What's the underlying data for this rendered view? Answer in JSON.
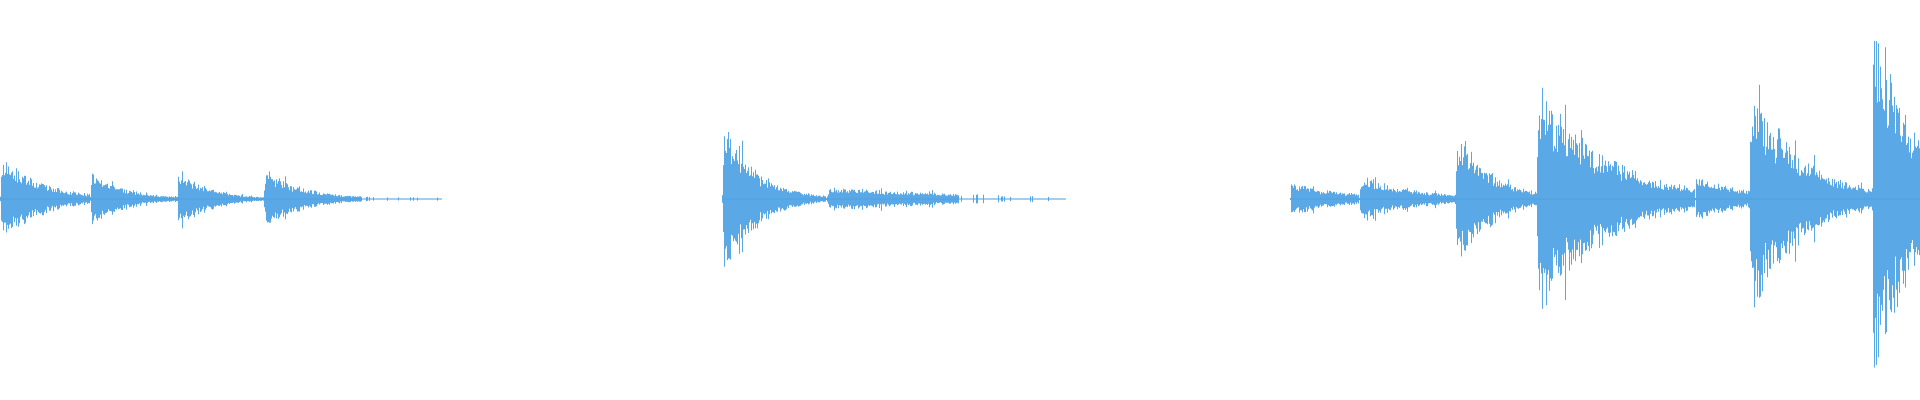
{
  "waveform": {
    "color": "#5aa9e6",
    "peak_color": "#4a9ee0",
    "segments": [
      {
        "start": 0.0,
        "end": 0.047,
        "amp": 0.11,
        "decay": 2.2
      },
      {
        "start": 0.047,
        "end": 0.092,
        "amp": 0.075,
        "decay": 2.6
      },
      {
        "start": 0.092,
        "end": 0.137,
        "amp": 0.08,
        "decay": 2.8
      },
      {
        "start": 0.137,
        "end": 0.23,
        "amp": 0.075,
        "decay": 4.5,
        "sparse_tail": true
      },
      {
        "start": 0.376,
        "end": 0.43,
        "amp": 0.2,
        "decay": 3.2
      },
      {
        "start": 0.43,
        "end": 0.555,
        "amp": 0.03,
        "decay": 1.5,
        "sparse_tail": true
      },
      {
        "start": 0.672,
        "end": 0.708,
        "amp": 0.04,
        "decay": 1.2
      },
      {
        "start": 0.708,
        "end": 0.758,
        "amp": 0.055,
        "decay": 1.6
      },
      {
        "start": 0.758,
        "end": 0.8,
        "amp": 0.18,
        "decay": 2.3
      },
      {
        "start": 0.8,
        "end": 0.883,
        "amp": 0.3,
        "decay": 2.4
      },
      {
        "start": 0.883,
        "end": 0.911,
        "amp": 0.055,
        "decay": 1.0
      },
      {
        "start": 0.911,
        "end": 0.975,
        "amp": 0.3,
        "decay": 2.5
      },
      {
        "start": 0.975,
        "end": 1.0,
        "amp": 0.47,
        "decay": 1.1
      }
    ]
  }
}
